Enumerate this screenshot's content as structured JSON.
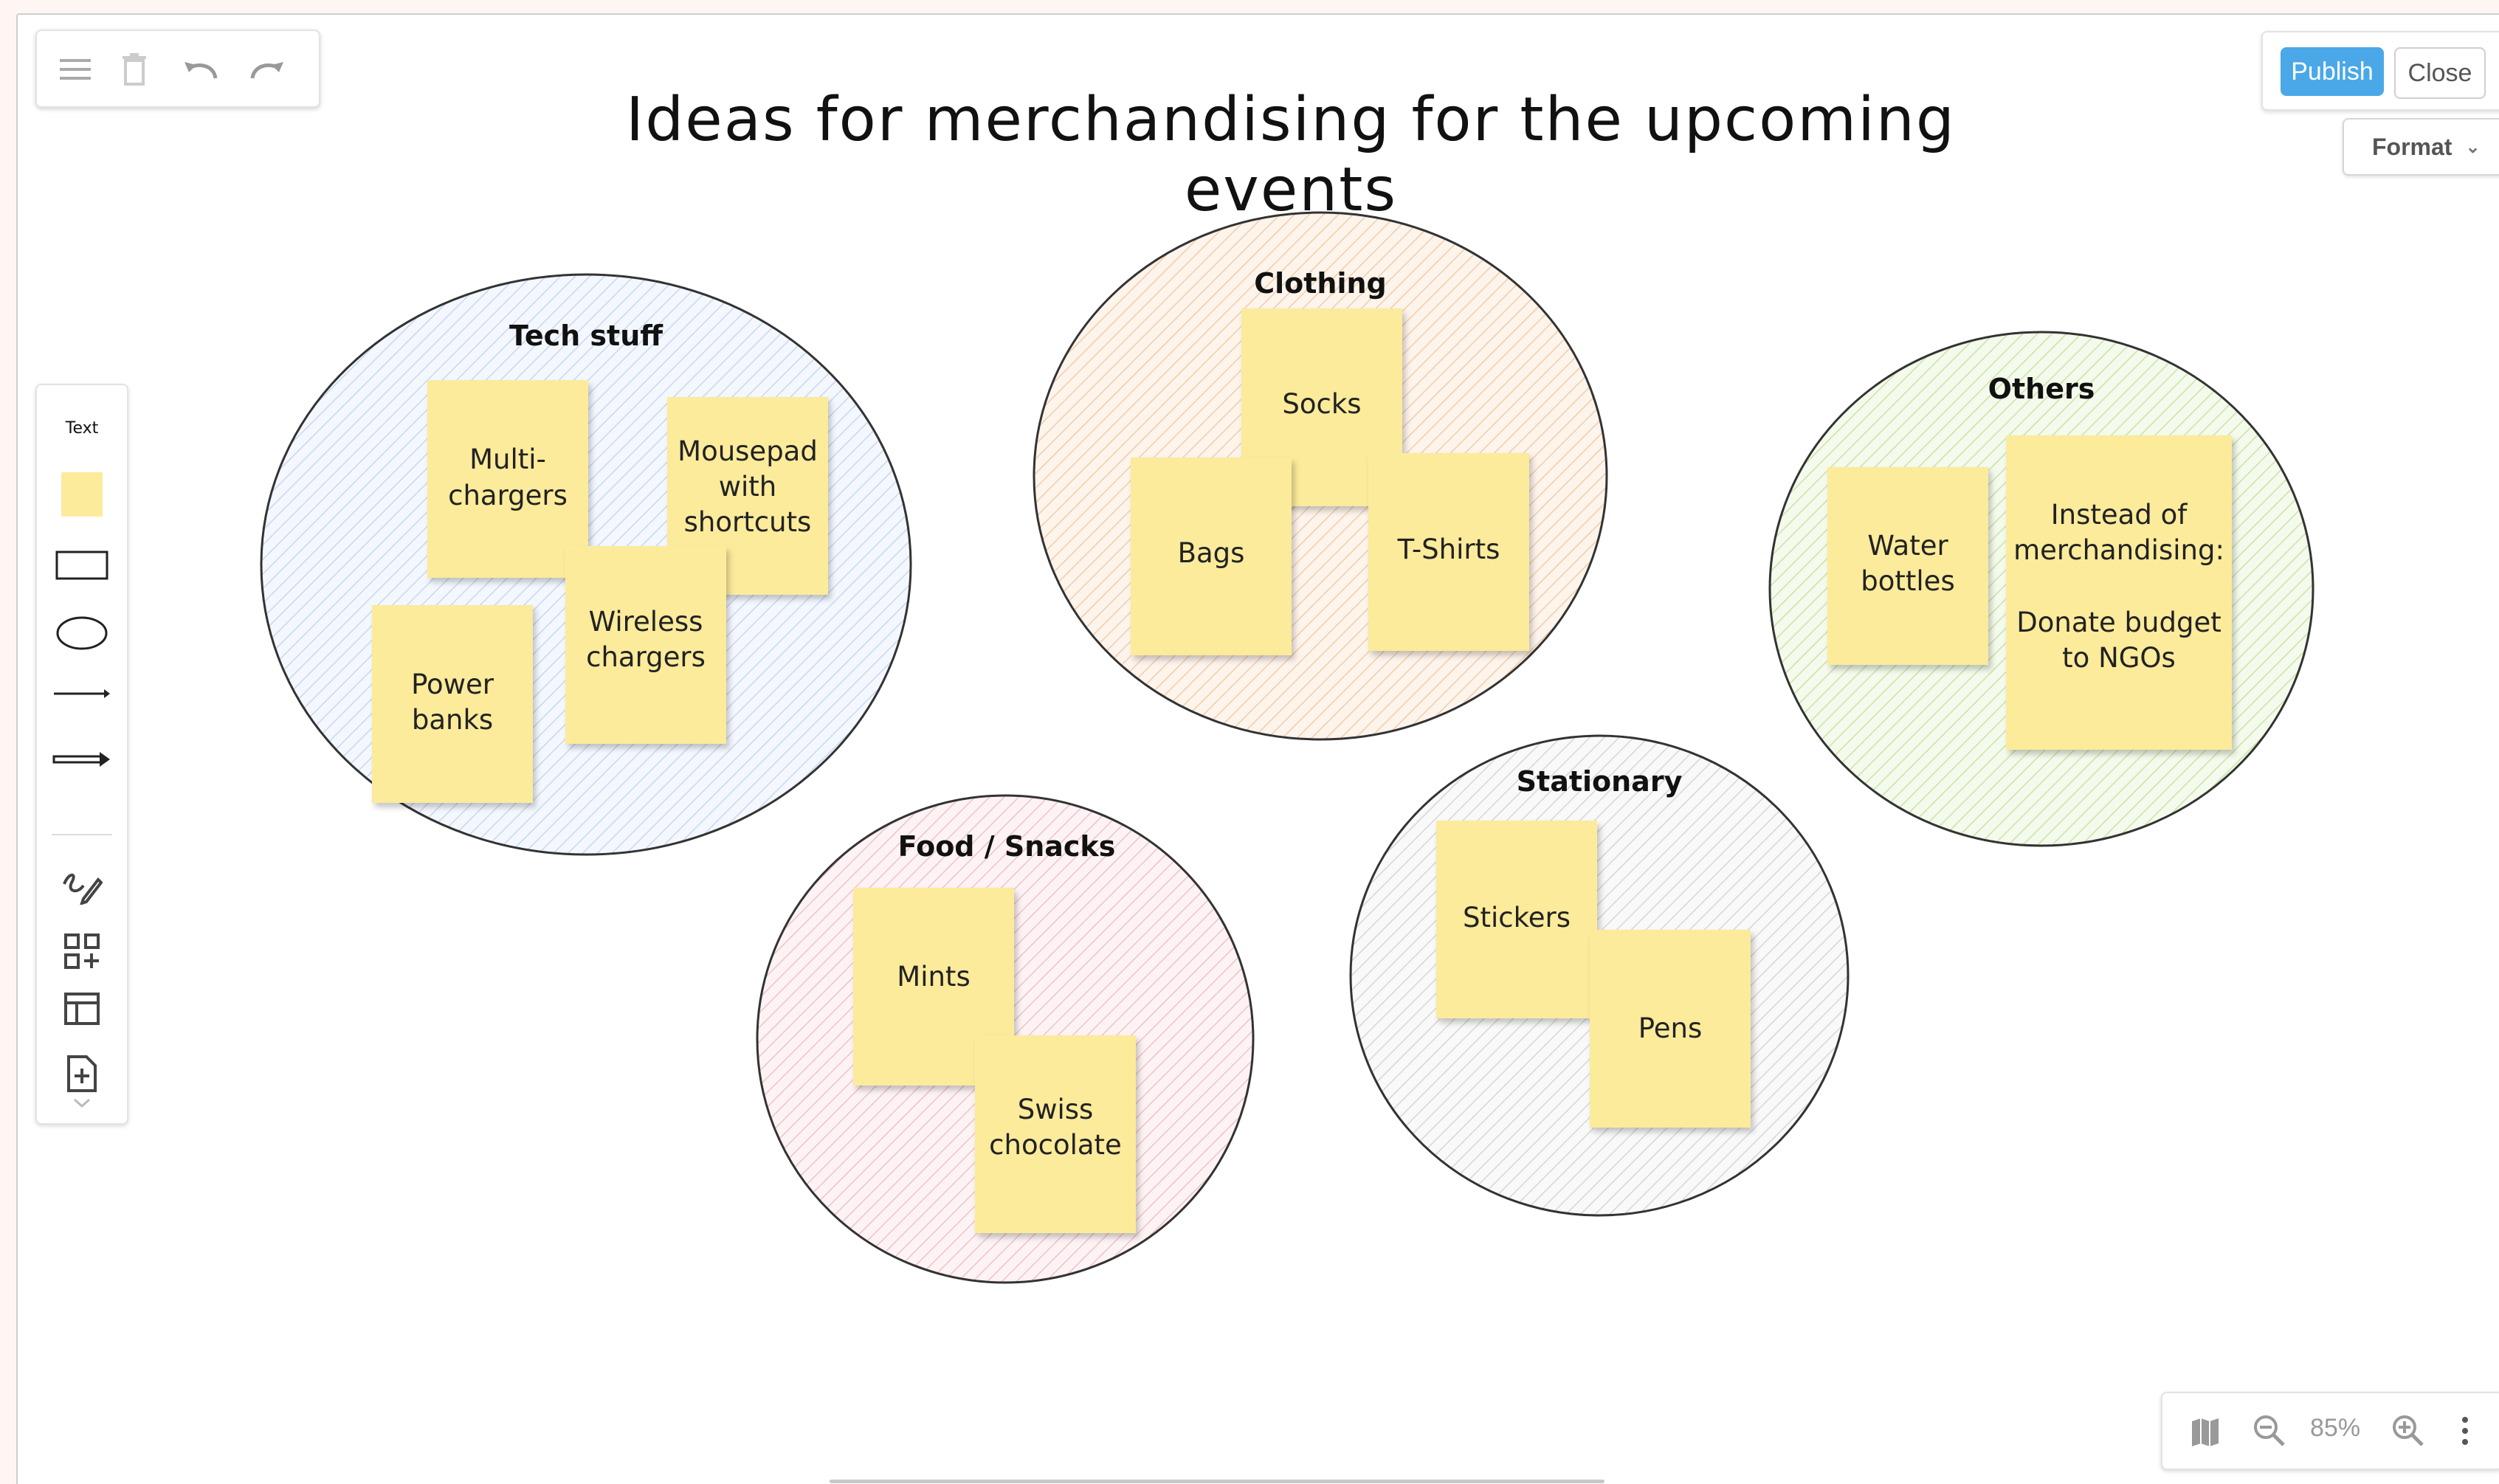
{
  "title": "Ideas for merchandising for the upcoming events",
  "toolbar": {
    "icons": [
      "menu-icon",
      "trash-icon",
      "undo-icon",
      "redo-icon"
    ]
  },
  "actions": {
    "publish_label": "Publish",
    "close_label": "Close",
    "format_label": "Format"
  },
  "left_toolbar": {
    "text_label": "Text",
    "tools": [
      "sticky-note-icon",
      "rectangle-icon",
      "ellipse-icon",
      "line-icon",
      "arrow-icon",
      "freehand-icon",
      "shapes-icon",
      "table-icon",
      "add-page-icon",
      "chevron-down-icon"
    ]
  },
  "zoom": {
    "level": "85%",
    "icons": [
      "map-icon",
      "zoom-out-icon",
      "zoom-in-icon",
      "more-icon"
    ]
  },
  "colors": {
    "accent": "#4aa8e8",
    "sticky": "#fbeb9b",
    "tech": "#dde8f8",
    "clothing": "#f8ddc6",
    "others": "#dcefc8",
    "food": "#f8d8dc",
    "stationary": "#e2e2e2"
  },
  "clusters": [
    {
      "id": "tech",
      "label": "Tech stuff",
      "color": "#dde8f8",
      "notes": [
        {
          "lines": [
            "Multi-",
            "chargers"
          ]
        },
        {
          "lines": [
            "Mousepad",
            "with",
            "shortcuts"
          ]
        },
        {
          "lines": [
            "Wireless",
            "chargers"
          ]
        },
        {
          "lines": [
            "Power",
            "banks"
          ]
        }
      ]
    },
    {
      "id": "clothing",
      "label": "Clothing",
      "color": "#f8ddc6",
      "notes": [
        {
          "lines": [
            "Socks"
          ]
        },
        {
          "lines": [
            "Bags"
          ]
        },
        {
          "lines": [
            "T-Shirts"
          ]
        }
      ]
    },
    {
      "id": "others",
      "label": "Others",
      "color": "#dcefc8",
      "notes": [
        {
          "lines": [
            "Water",
            "bottles"
          ]
        },
        {
          "lines": [
            "Instead of",
            "merchandising:",
            "",
            "Donate budget",
            "to NGOs"
          ]
        }
      ]
    },
    {
      "id": "food",
      "label": "Food / Snacks",
      "color": "#f8d8dc",
      "notes": [
        {
          "lines": [
            "Mints"
          ]
        },
        {
          "lines": [
            "Swiss",
            "chocolate"
          ]
        }
      ]
    },
    {
      "id": "stationary",
      "label": "Stationary",
      "color": "#e2e2e2",
      "notes": [
        {
          "lines": [
            "Stickers"
          ]
        },
        {
          "lines": [
            "Pens"
          ]
        }
      ]
    }
  ]
}
